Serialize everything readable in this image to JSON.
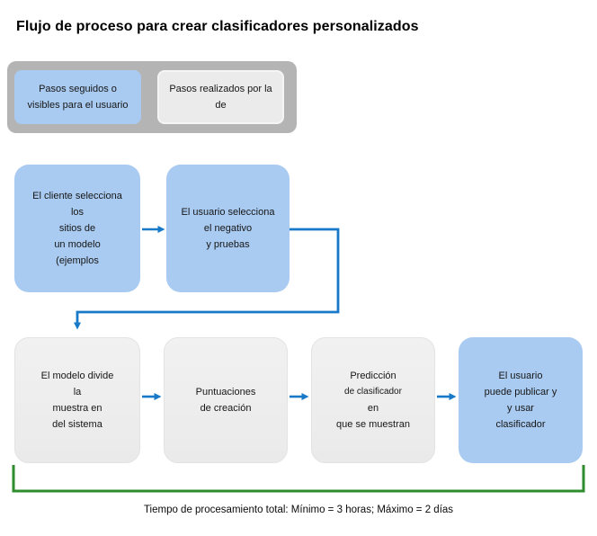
{
  "title": "Flujo de proceso para crear clasificadores personalizados",
  "legend": {
    "user_steps": {
      "line1": "Pasos seguidos o",
      "line2": "visibles para el usuario"
    },
    "system_steps": {
      "line1": "Pasos realizados por la",
      "line2": "de"
    }
  },
  "flow": {
    "top_row": [
      {
        "lines": [
          "El cliente selecciona",
          "los",
          "sitios de",
          "un modelo",
          "(ejemplos"
        ]
      },
      {
        "lines": [
          "El usuario selecciona",
          "el negativo",
          "y pruebas"
        ]
      }
    ],
    "bottom_row": [
      {
        "lines": [
          "El modelo divide",
          "la",
          "muestra en",
          "del sistema"
        ]
      },
      {
        "lines": [
          "Puntuaciones",
          "de creación"
        ]
      },
      {
        "lines": [
          "Predicción",
          "de clasificador",
          "en",
          "que se muestran"
        ]
      },
      {
        "lines": [
          "El usuario",
          "puede publicar y",
          "y usar",
          "clasificador"
        ]
      }
    ]
  },
  "footer": {
    "processing_time": "Tiempo de procesamiento total: Mínimo = 3 horas; Máximo = 2 días"
  },
  "colors": {
    "user_step_fill": "#a9cbf1",
    "system_step_fill": "#ededed",
    "legend_container": "#b4b4b4",
    "arrow_blue": "#1879c8",
    "bracket_green": "#2e8b2e"
  }
}
